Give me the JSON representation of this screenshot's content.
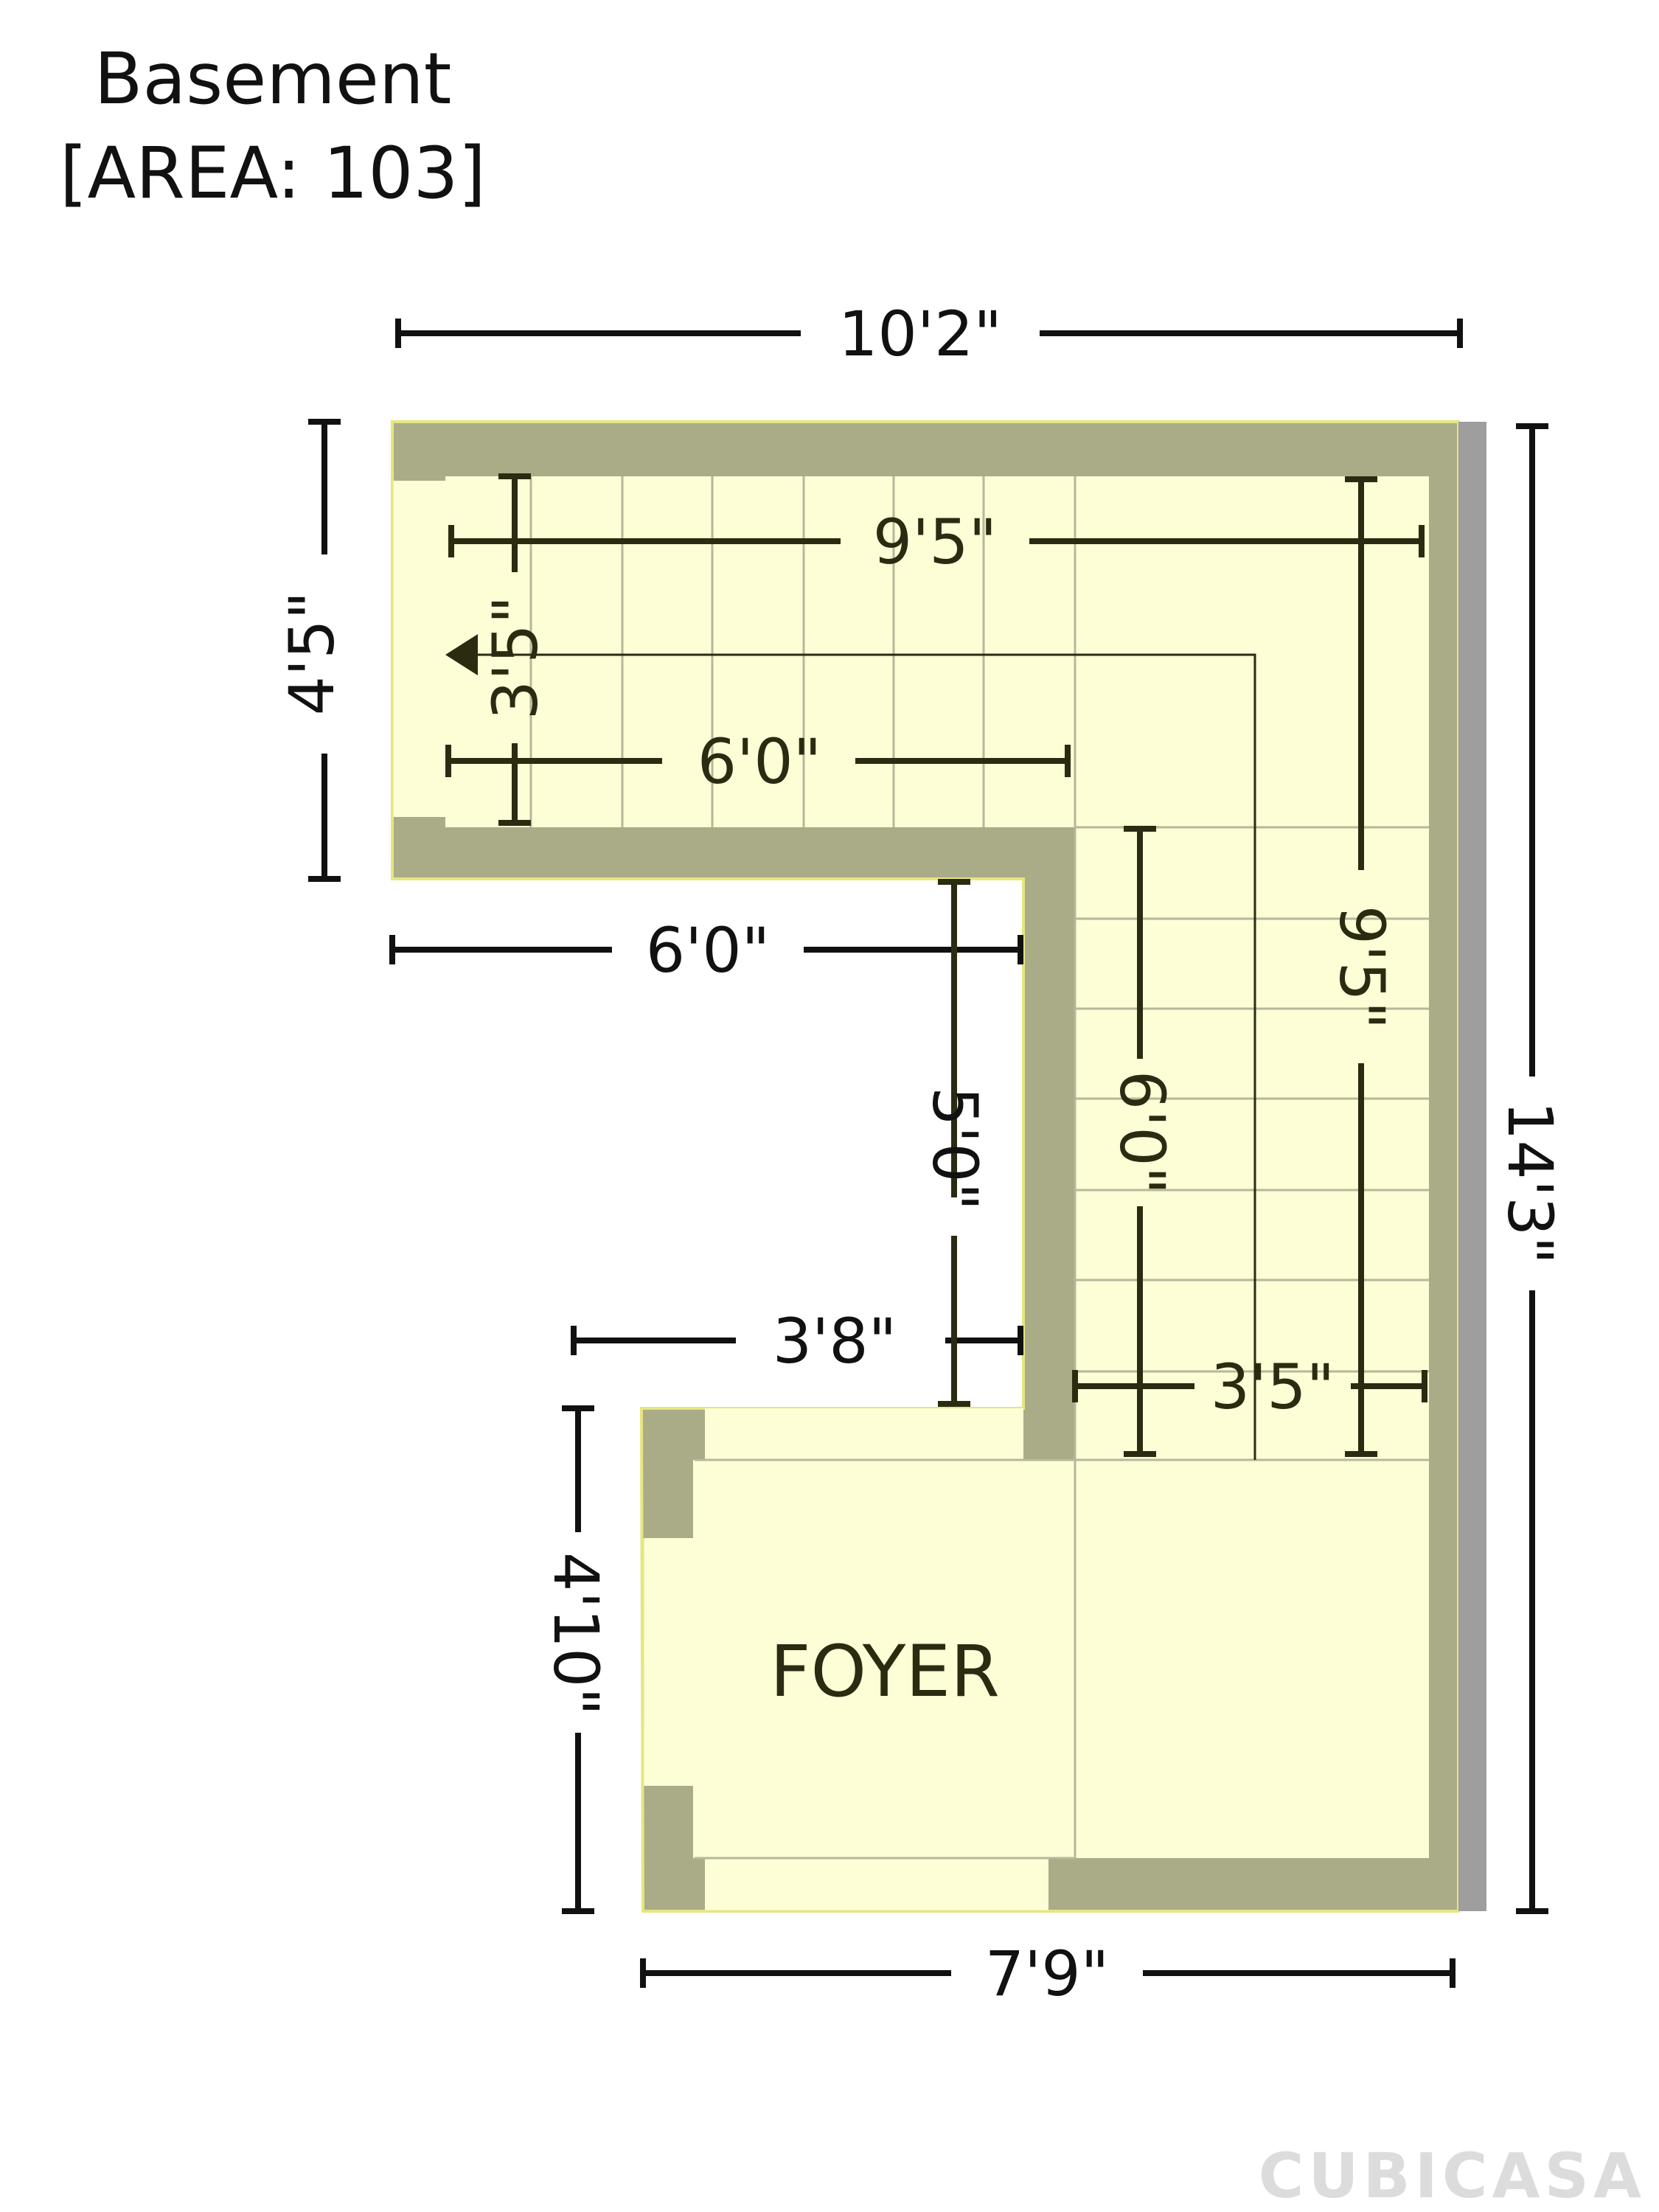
{
  "title": {
    "floor": "Basement",
    "area": "[AREA: 103]"
  },
  "colors": {
    "wall": "#aaab87",
    "floor": "#fdfdd6",
    "outline": "#e6e680",
    "side_wall": "#9e9e9e",
    "grid": "#b7b79a",
    "outer_dim": "#111111",
    "inner_dim": "#2b2b12"
  },
  "room": {
    "name": "FOYER"
  },
  "dimensions": {
    "top_width": "10'2\"",
    "inner_top_width": "9'5\"",
    "inner_stair_width": "6'0\"",
    "left_height": "4'5\"",
    "stair_small_height": "3'5\"",
    "notch_width": "6'0\"",
    "notch_height": "5'0\"",
    "stair_vertical": "6'0\"",
    "right_inner_height": "9'5\"",
    "right_height": "14'3\"",
    "foyer_offset": "3'8\"",
    "landing_width": "3'5\"",
    "foyer_height": "4'10\"",
    "bottom_width": "7'9\""
  },
  "logo": "CUBICASA"
}
